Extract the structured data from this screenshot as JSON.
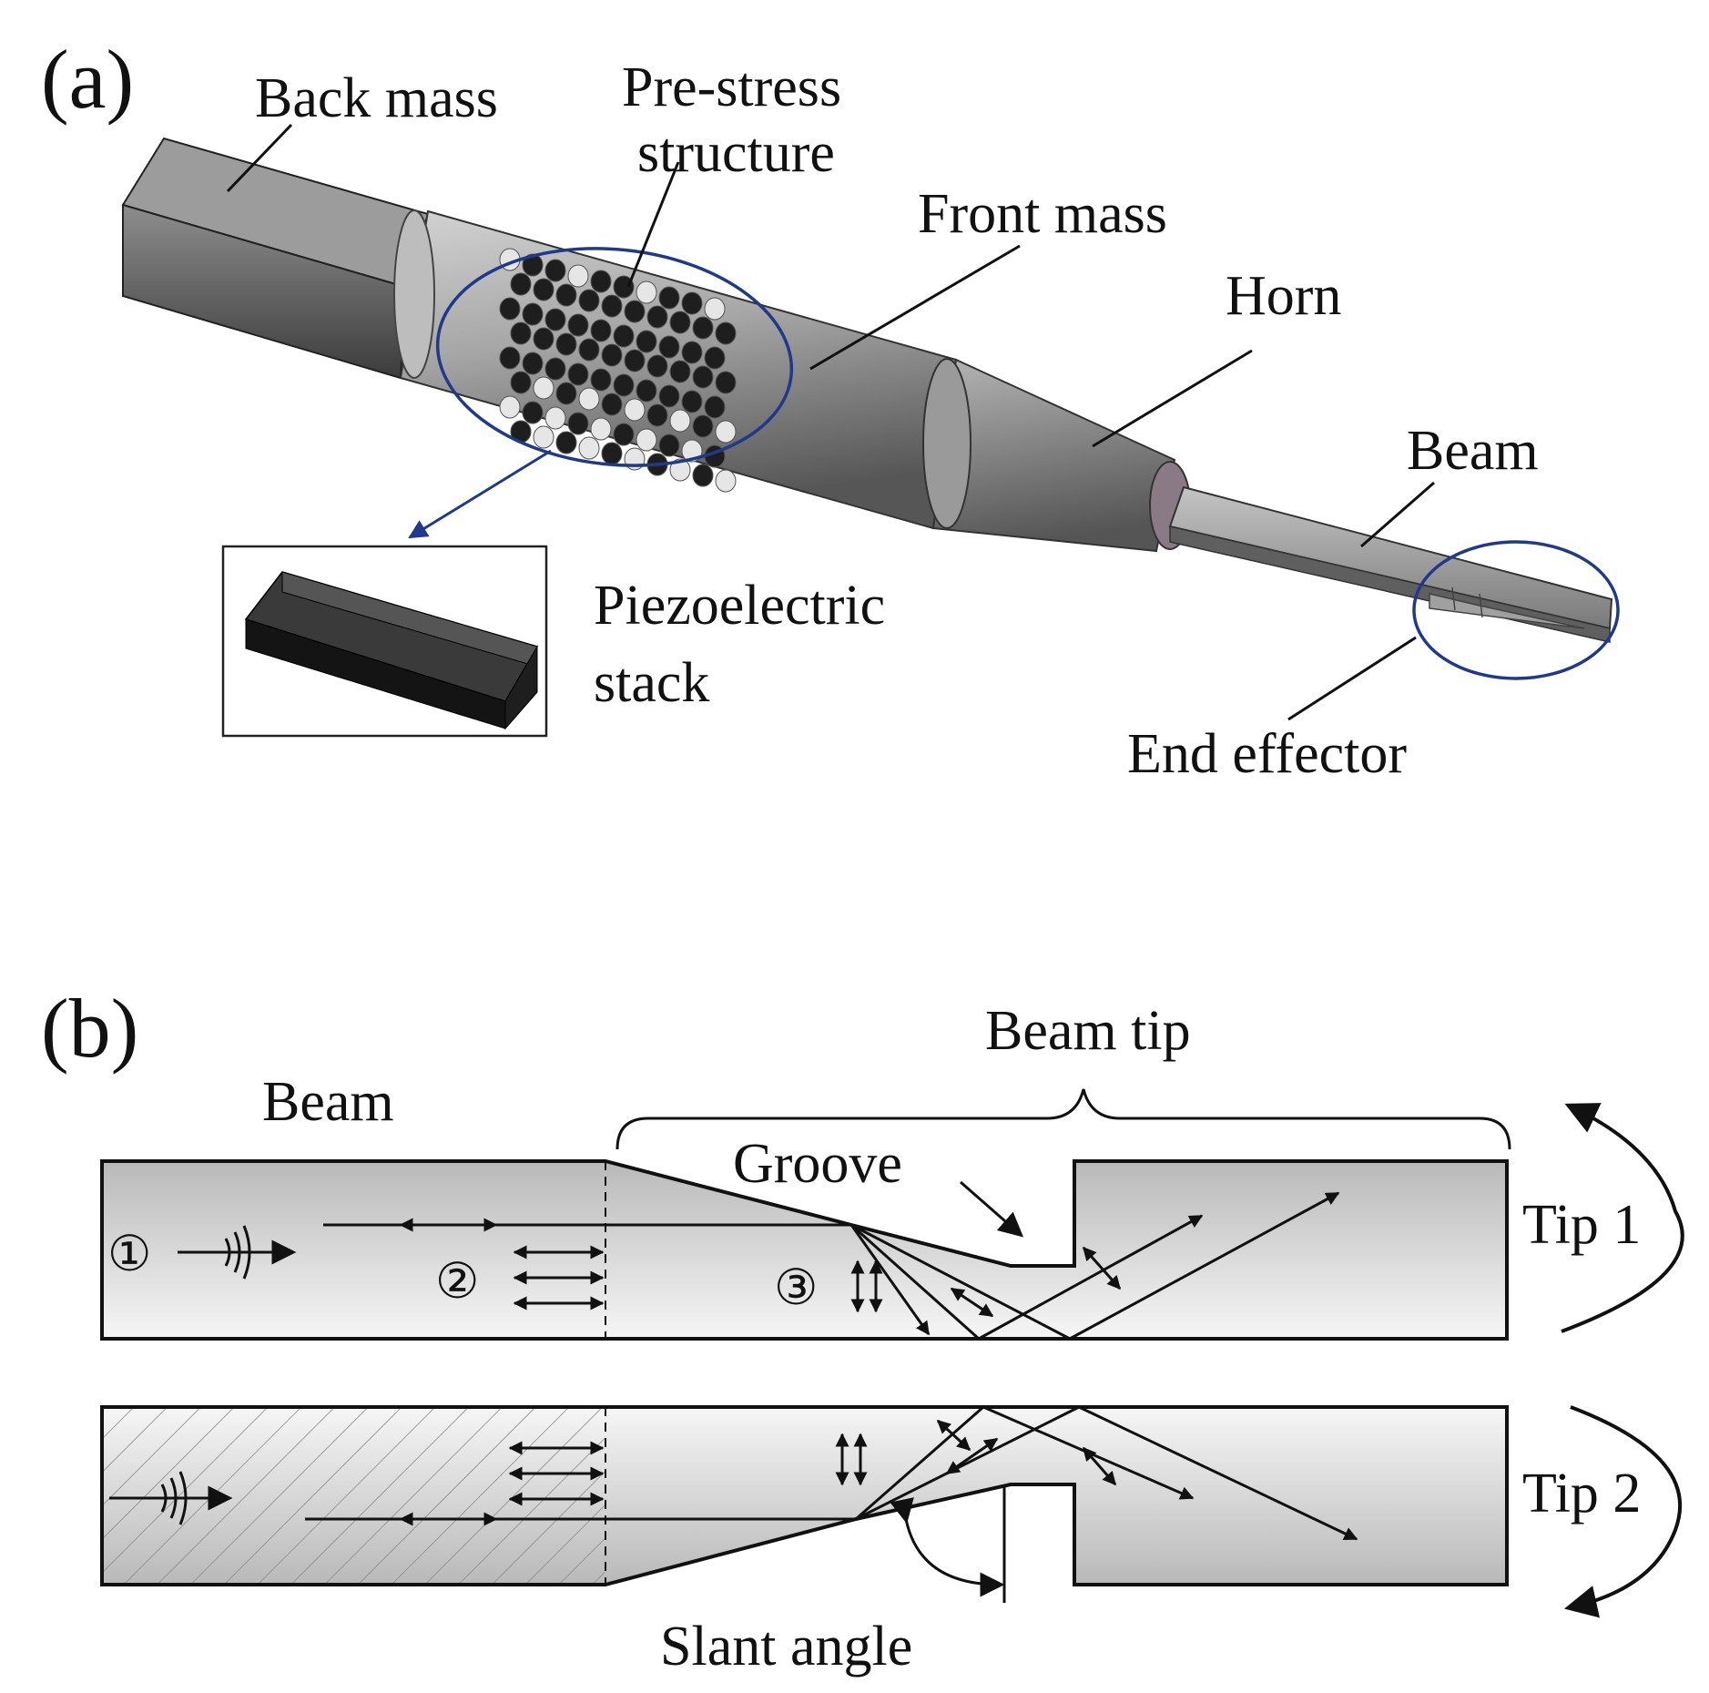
{
  "panel_a": {
    "letter": "(a)",
    "labels": {
      "back_mass": "Back mass",
      "pre_stress_1": "Pre-stress",
      "pre_stress_2": "structure",
      "front_mass": "Front mass",
      "horn": "Horn",
      "beam": "Beam",
      "piezo_1": "Piezoelectric",
      "piezo_2": "stack",
      "end_effector": "End effector"
    }
  },
  "panel_b": {
    "letter": "(b)",
    "labels": {
      "beam": "Beam",
      "beam_tip": "Beam tip",
      "groove": "Groove",
      "tip1": "Tip 1",
      "tip2": "Tip 2",
      "slant_angle": "Slant angle"
    },
    "markers": {
      "m1": "①",
      "m2": "②",
      "m3": "③"
    }
  },
  "colors": {
    "metal_light": "#c8c8c8",
    "metal_dark": "#6a6a6a",
    "callout_blue": "#1f3a8a",
    "line": "#111111"
  }
}
